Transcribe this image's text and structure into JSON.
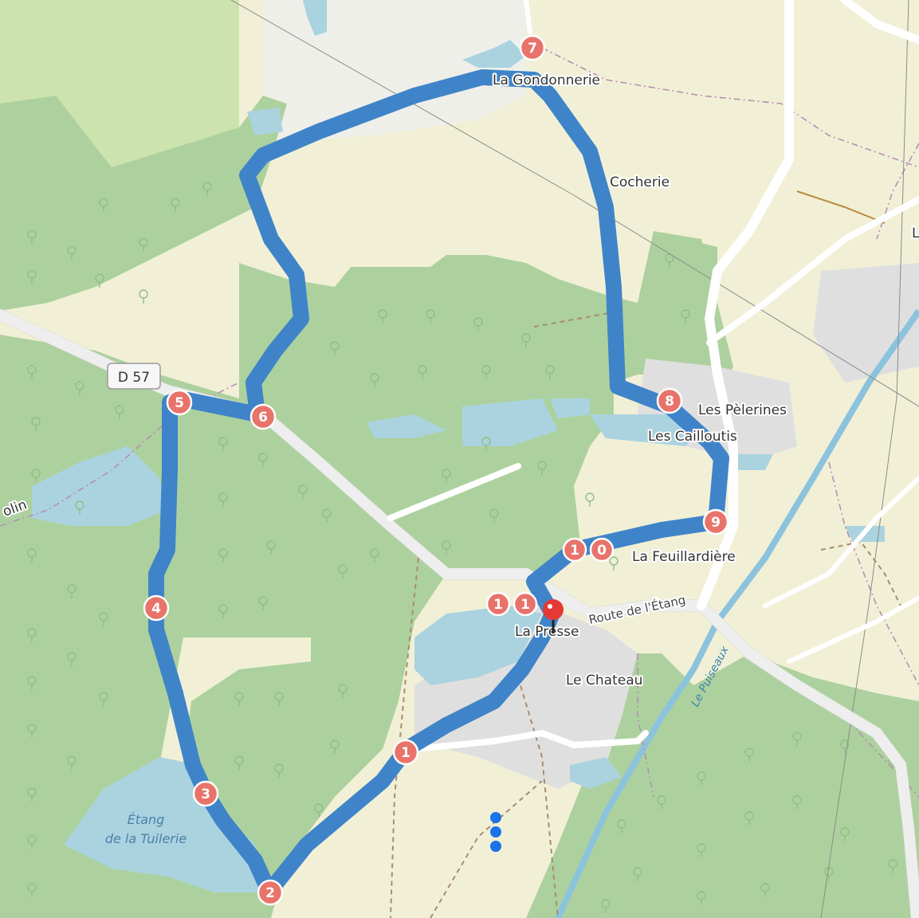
{
  "map": {
    "road_shield": "D 57",
    "places": [
      {
        "name": "La Gondonnerie"
      },
      {
        "name": "Cocherie"
      },
      {
        "name": "Les Pèlerines"
      },
      {
        "name": "Les Cailloutis"
      },
      {
        "name": "La Feuillardière"
      },
      {
        "name": "Le Chateau"
      },
      {
        "name": "La Presse"
      }
    ],
    "partial_labels": {
      "left_edge": "olin",
      "right_edge": "L"
    },
    "road_label": "Route de l'Étang",
    "river_label": "Le Puiseaux",
    "lake_label_line1": "Étang",
    "lake_label_line2": "de la Tuilerie",
    "waypoints": [
      {
        "label": "1"
      },
      {
        "label": "2"
      },
      {
        "label": "3"
      },
      {
        "label": "4"
      },
      {
        "label": "5"
      },
      {
        "label": "6"
      },
      {
        "label": "7"
      },
      {
        "label": "8"
      },
      {
        "label": "9"
      },
      {
        "label": "10"
      },
      {
        "label": "11"
      }
    ],
    "colors": {
      "route": "#3f84c8",
      "waypoint": "#e8736a",
      "forest": "#add19e",
      "meadow": "#cde3ad",
      "farmland": "#f1f0d7",
      "water": "#aad3df",
      "residential": "#e0dfdf",
      "marker": "#e53935"
    },
    "icons": [
      "map-pin-icon",
      "more-vertical-icon"
    ]
  }
}
